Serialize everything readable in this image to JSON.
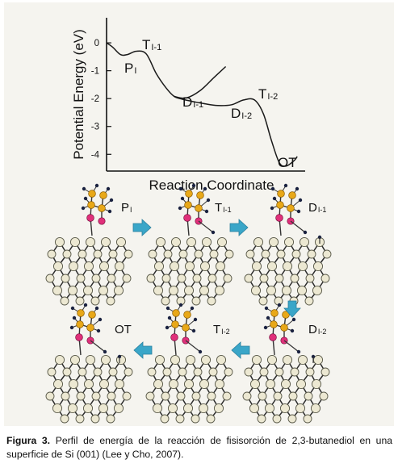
{
  "chart_data": {
    "type": "line",
    "title": "",
    "xlabel": "Reaction Coordinate",
    "ylabel": "Potential Energy (eV)",
    "ylim": [
      -4.6,
      0.9
    ],
    "yticks": [
      "0",
      "-1",
      "-2",
      "-3",
      "-4"
    ],
    "grid": false,
    "state_labels": [
      {
        "main": "P",
        "sub": "I"
      },
      {
        "main": "T",
        "sub": "I-1"
      },
      {
        "main": "D",
        "sub": "I-1"
      },
      {
        "main": "D",
        "sub": "I-2"
      },
      {
        "main": "T",
        "sub": "I-2"
      },
      {
        "main": "OT",
        "sub": ""
      }
    ],
    "series": [
      {
        "points": [
          [
            0.0,
            0.0
          ],
          [
            0.03,
            -0.15
          ],
          [
            0.07,
            -0.42
          ],
          [
            0.105,
            -0.42
          ],
          [
            0.15,
            -0.3
          ],
          [
            0.2,
            -0.4
          ],
          [
            0.25,
            -1.1
          ],
          [
            0.3,
            -1.62
          ],
          [
            0.34,
            -1.92
          ],
          [
            0.38,
            -2.02
          ],
          [
            0.43,
            -2.1
          ],
          [
            0.49,
            -2.18
          ],
          [
            0.56,
            -2.25
          ],
          [
            0.63,
            -2.22
          ],
          [
            0.69,
            -2.05
          ],
          [
            0.745,
            -2.05
          ],
          [
            0.79,
            -2.55
          ],
          [
            0.83,
            -3.5
          ],
          [
            0.87,
            -4.3
          ],
          [
            0.905,
            -4.42
          ],
          [
            0.945,
            -4.22
          ],
          [
            0.96,
            -4.08
          ]
        ]
      },
      {
        "points": [
          [
            0.34,
            -1.92
          ],
          [
            0.4,
            -1.98
          ],
          [
            0.47,
            -1.72
          ],
          [
            0.54,
            -1.25
          ],
          [
            0.6,
            -0.85
          ]
        ]
      }
    ]
  },
  "stages": [
    {
      "main": "P",
      "sub": "I"
    },
    {
      "main": "T",
      "sub": "I-1"
    },
    {
      "main": "D",
      "sub": "I-1"
    },
    {
      "main": "D",
      "sub": "I-2"
    },
    {
      "main": "T",
      "sub": "I-2"
    },
    {
      "main": "OT",
      "sub": ""
    }
  ],
  "caption": {
    "label": "Figura 3.",
    "text": " Perfil de energía de la reacción de fisisorción de 2,3-butanediol en una superficie de Si (001) (Lee y Cho, 2007)."
  },
  "colors": {
    "arrow": "#3aa6c8",
    "carbon": "#e8a818",
    "oxygen": "#e0307a",
    "hydrogen": "#1a2240",
    "silicon": "#ece8d2",
    "curve": "#1a1a1a"
  }
}
